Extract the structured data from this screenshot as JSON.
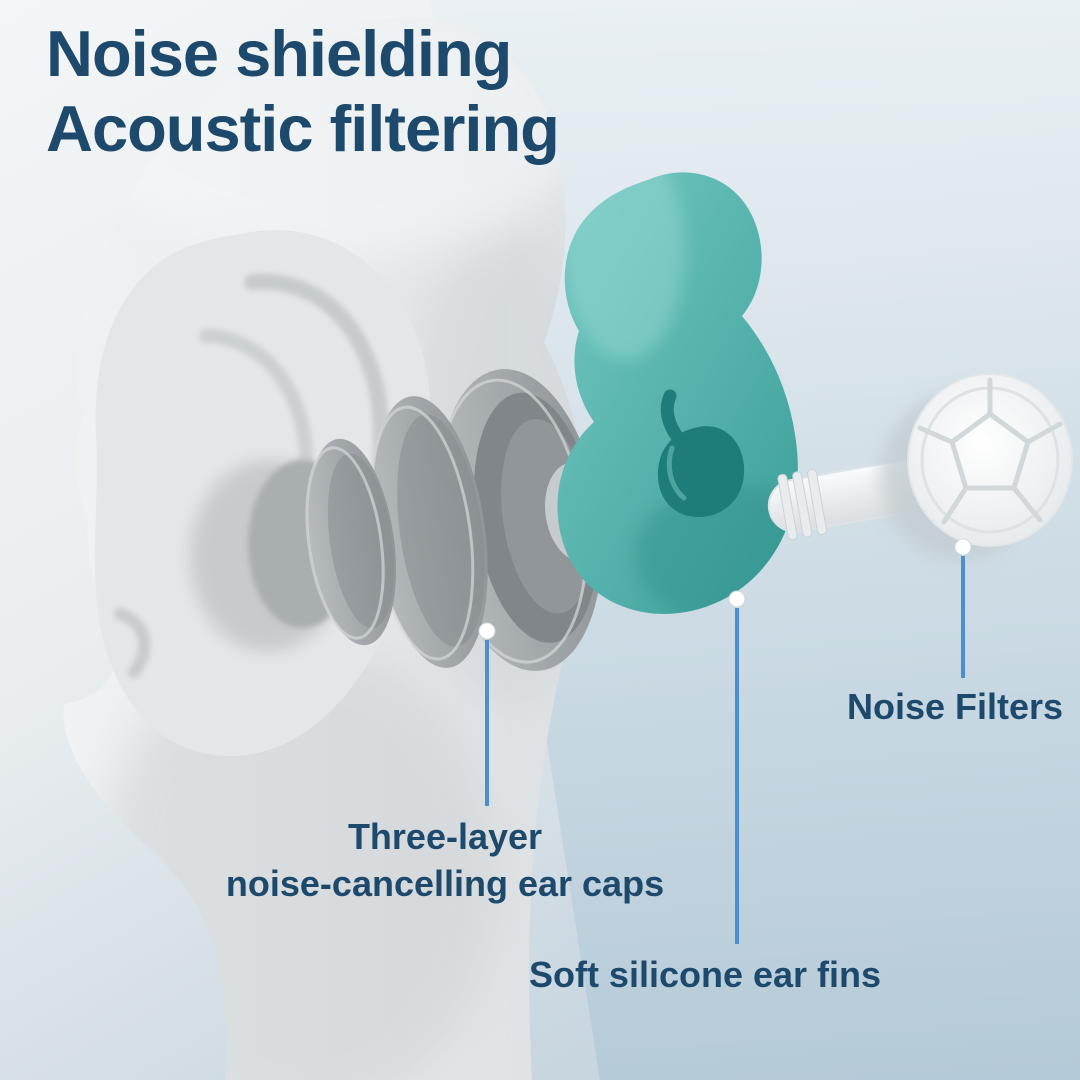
{
  "title": {
    "line1": "Noise shielding",
    "line2": "Acoustic filtering"
  },
  "labels": {
    "ear_caps": {
      "line1": "Three-layer",
      "line2": "noise-cancelling ear caps"
    },
    "ear_fins": "Soft silicone ear fins",
    "noise_filters": "Noise Filters"
  },
  "colors": {
    "headline_text": "#1d4a6c",
    "label_text": "#1d4a6c",
    "callout_line": "#4b8fd2",
    "silicone_fin": "#4fb0aa",
    "ear_caps_gray": "#9aa0a4",
    "noise_filter_white": "#f2f5f6",
    "background_top_left": "#f3f5f6",
    "background_bottom_right": "#bccfdb"
  }
}
